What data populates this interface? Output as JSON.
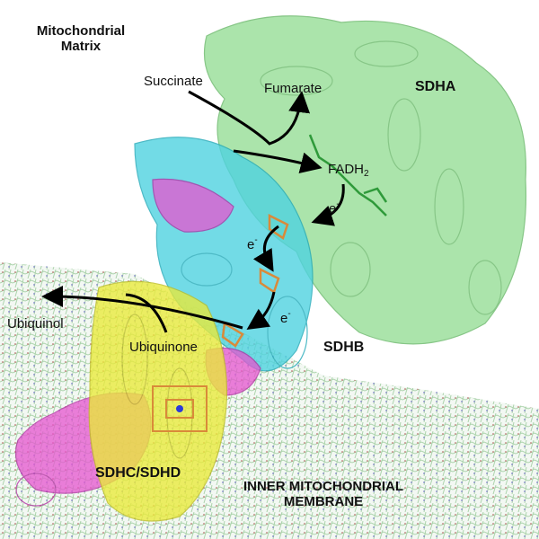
{
  "labels": {
    "matrix_line1": "Mitochondrial",
    "matrix_line2": "Matrix",
    "succinate": "Succinate",
    "fumarate": "Fumarate",
    "sdha": "SDHA",
    "fadh_main": "FADH",
    "fadh_sub": "2",
    "electron": "e",
    "electron_sup": "-",
    "ubiquinol": "Ubiquinol",
    "ubiquinone": "Ubiquinone",
    "sdhb": "SDHB",
    "sdhc_sdhd": "SDHC/SDHD",
    "membrane_line1": "INNER MITOCHONDRIAL",
    "membrane_line2": "MEMBRANE"
  },
  "colors": {
    "sdha": "#8fdc8f",
    "sdhb": "#4fd3e0",
    "sdhc": "#e655d0",
    "sdhd": "#eaea3a",
    "membrane": "#9fcf9f",
    "arrow": "#000000",
    "cofactor": "#d98a3a"
  }
}
